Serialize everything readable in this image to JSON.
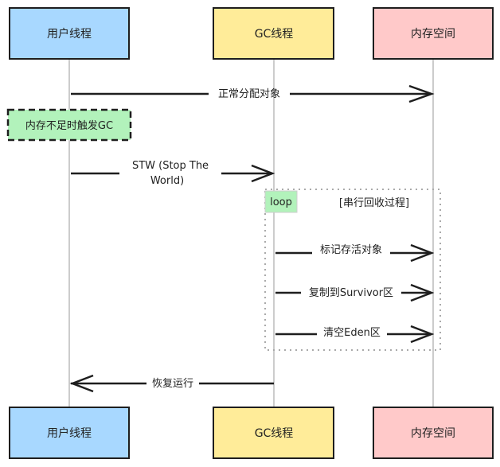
{
  "participants": [
    {
      "id": "user",
      "label": "用户线程",
      "fill": "#a8d8ff"
    },
    {
      "id": "gc",
      "label": "GC线程",
      "fill": "#ffec99"
    },
    {
      "id": "mem",
      "label": "内存空间",
      "fill": "#ffc9c9"
    }
  ],
  "messages": [
    {
      "from": "user",
      "to": "mem",
      "label": "正常分配对象"
    },
    {
      "from": "user",
      "to": "gc",
      "label_line1": "STW (Stop The",
      "label_line2": "World)"
    },
    {
      "from": "gc",
      "to": "mem",
      "label": "标记存活对象"
    },
    {
      "from": "gc",
      "to": "mem",
      "label": "复制到Survivor区"
    },
    {
      "from": "gc",
      "to": "mem",
      "label": "清空Eden区"
    },
    {
      "from": "gc",
      "to": "user",
      "label": "恢复运行"
    }
  ],
  "note": {
    "label": "内存不足时触发GC",
    "fill": "#b2f2bb"
  },
  "loop": {
    "tag": "loop",
    "condition": "[串行回收过程]",
    "tag_fill": "#b2f2bb"
  }
}
